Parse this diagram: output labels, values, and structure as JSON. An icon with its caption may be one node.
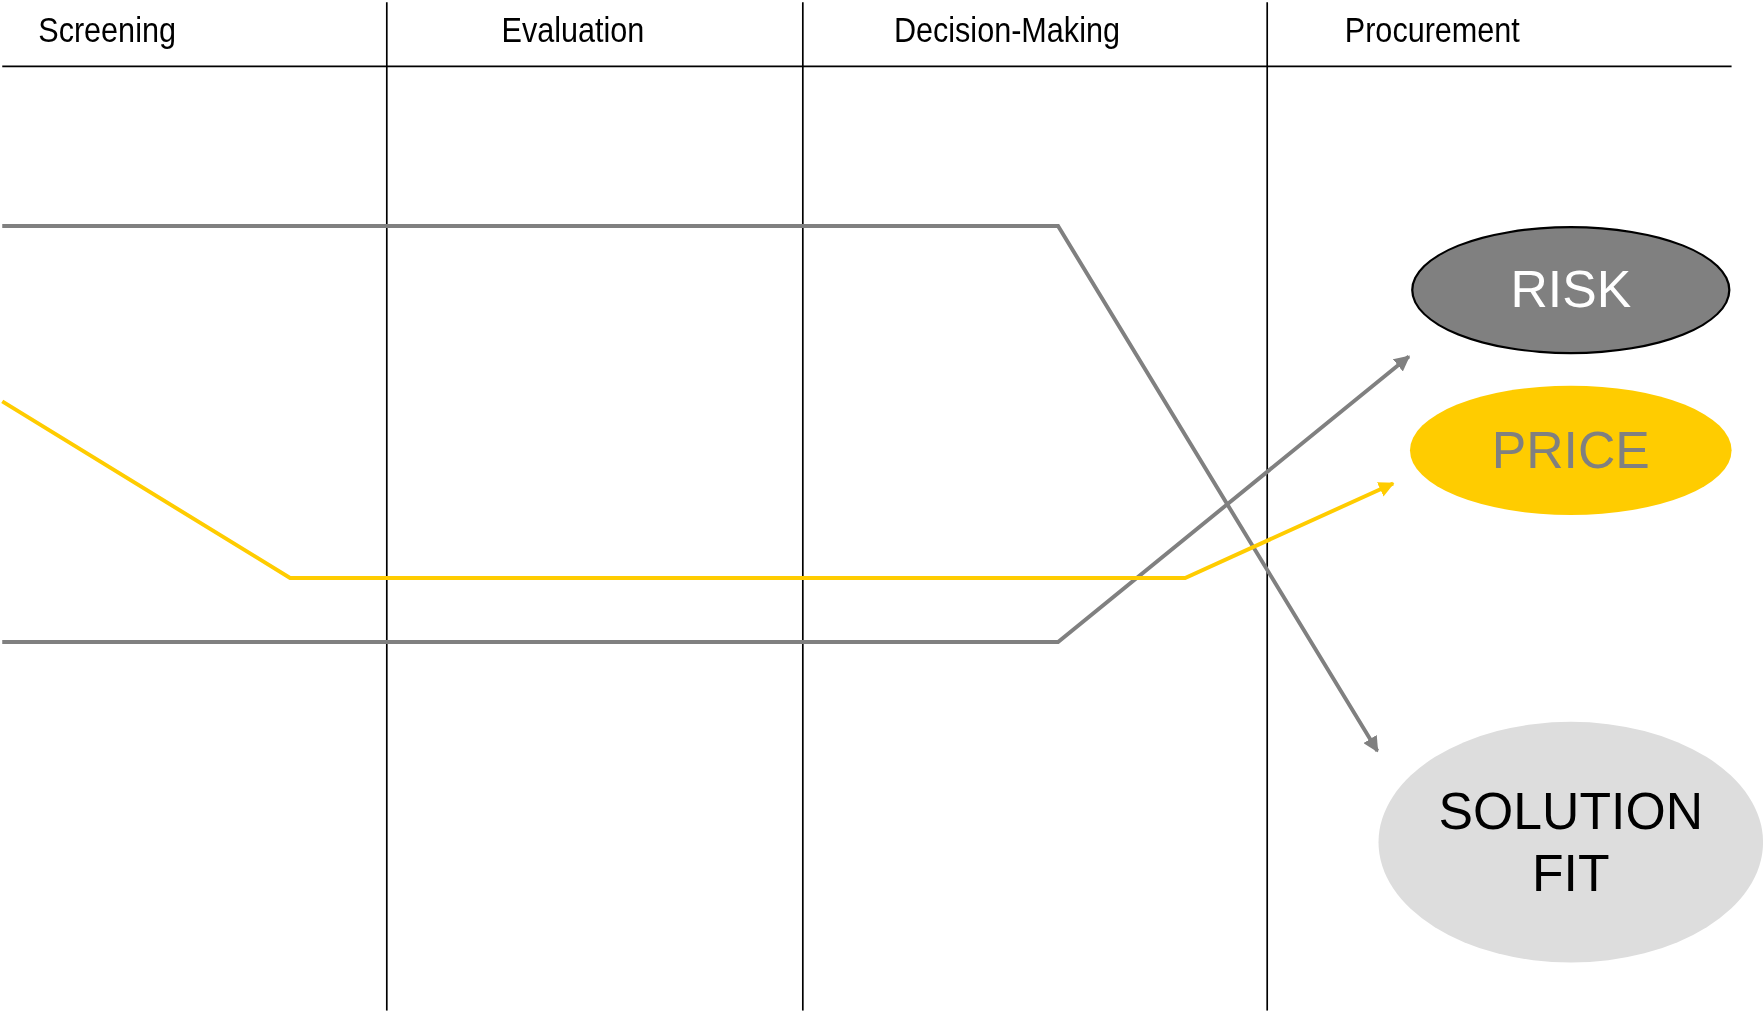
{
  "diagram": {
    "nodes": [
      {
        "text": [
          "RISK"
        ]
      },
      {
        "text": [
          "PRICE"
        ]
      },
      {
        "text": [
          "SOLUTION FIT"
        ]
      }
    ],
    "edges": [
      {
        "from": null,
        "to": 2,
        "arrow": "to"
      },
      {
        "from": null,
        "to": 0,
        "arrow": "to"
      },
      {
        "from": null,
        "to": 1,
        "arrow": "to",
        "color": "#ffcc00"
      }
    ],
    "labels": [
      "Screening",
      "Evaluation",
      "Decision-Making",
      "Procurement"
    ]
  }
}
